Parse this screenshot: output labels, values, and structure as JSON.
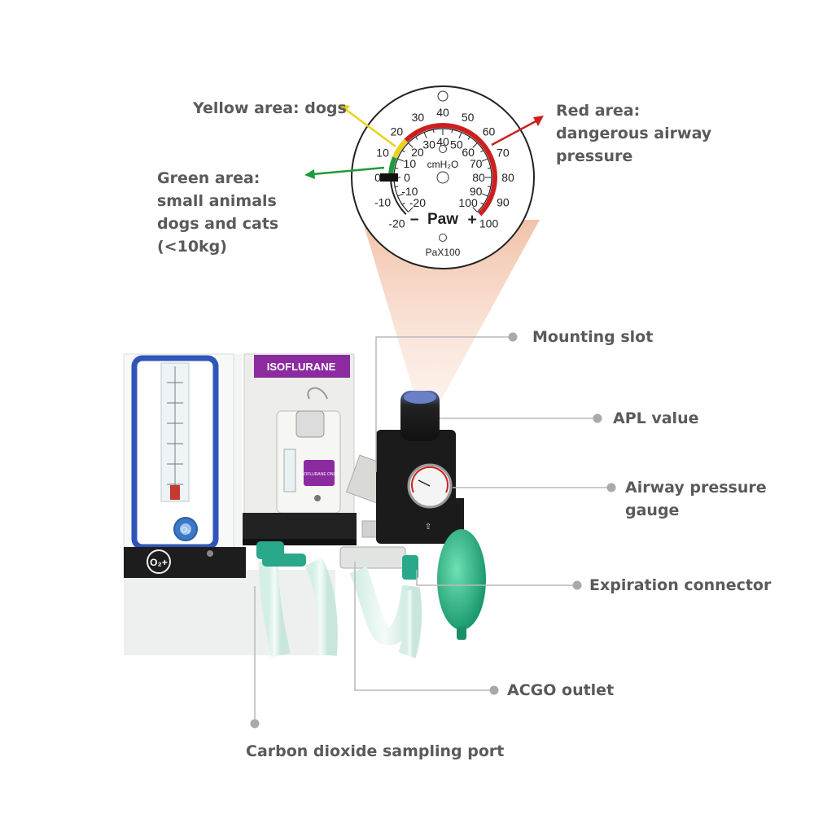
{
  "gauge": {
    "outer_ticks": [
      "-20",
      "-10",
      "0",
      "10",
      "20",
      "30",
      "40",
      "50",
      "60",
      "70",
      "80",
      "90",
      "100"
    ],
    "inner_ticks": [
      "-20",
      "-10",
      "0",
      "10",
      "20",
      "30",
      "40",
      "50",
      "60",
      "70",
      "80",
      "90",
      "100"
    ],
    "unit": "cmH₂O",
    "label": "Paw",
    "minus": "−",
    "plus": "+",
    "range_label": "PaX100"
  },
  "annotations": {
    "yellow": {
      "lines": [
        "Yellow area: dogs"
      ],
      "color": "#e8d21a"
    },
    "green": {
      "lines": [
        "Green area:",
        "small animals",
        "dogs and cats",
        "(<10kg)"
      ],
      "color": "#1f9a3c"
    },
    "red": {
      "lines": [
        "Red area:",
        "dangerous airway",
        "pressure"
      ],
      "color": "#cc1f1f"
    }
  },
  "callouts": {
    "mounting_slot": "Mounting slot",
    "apl_value": "APL value",
    "airway_gauge": [
      "Airway pressure",
      "gauge"
    ],
    "expiration": "Expiration connector",
    "acgo": "ACGO outlet",
    "co2_port": "Carbon dioxide sampling port"
  },
  "device": {
    "vaporizer_label": "ISOFLURANE",
    "vaporizer_tag": "ISOFLURANE ONLY",
    "o2_badge": "O₂+",
    "o2_knob": "O₂"
  }
}
